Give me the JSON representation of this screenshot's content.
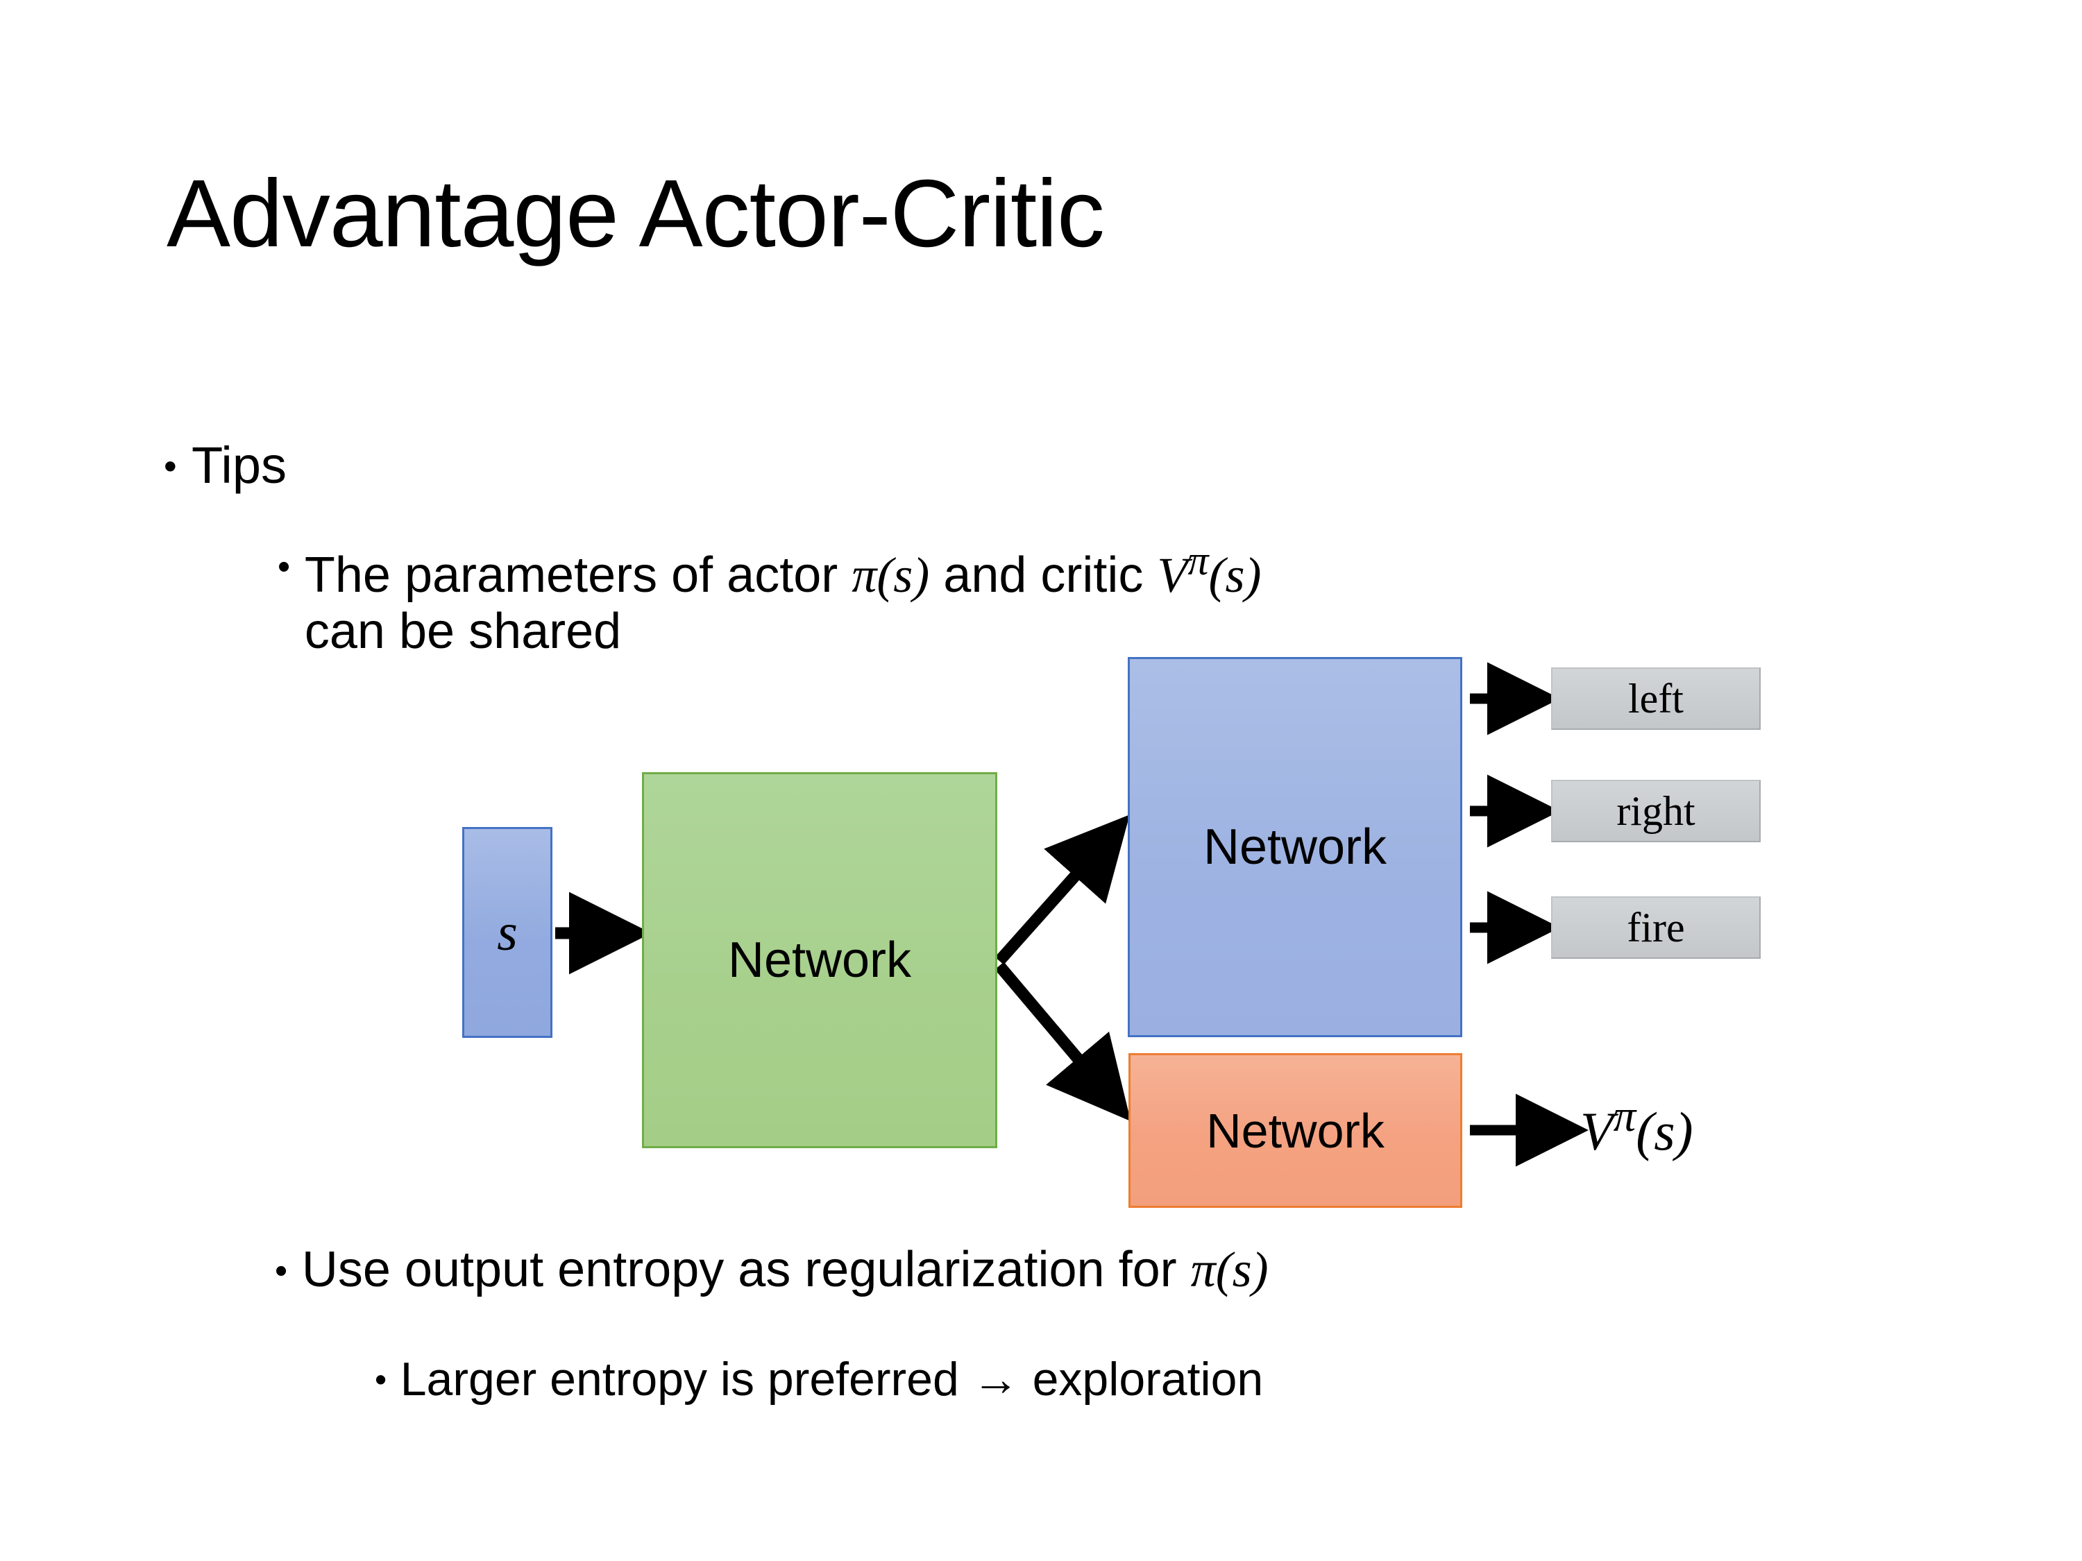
{
  "slide": {
    "title": "Advantage Actor-Critic",
    "background_color": "#FFFFFF"
  },
  "bullets": {
    "tips": {
      "marker": "•",
      "text": "Tips"
    },
    "parameters": {
      "marker": "•",
      "line1_prefix": "The parameters of actor ",
      "actor_symbol": "π",
      "actor_arg": "(s)",
      "line1_middle": "  and critic ",
      "critic_symbol": "V",
      "critic_superscript": "π",
      "critic_arg": "(s)",
      "line2": "can be shared"
    },
    "entropy": {
      "marker": "•",
      "text": "Use output entropy as regularization for ",
      "symbol": "π",
      "symbol_arg": "(s)"
    },
    "larger_entropy": {
      "marker": "•",
      "text": "Larger entropy is preferred → exploration"
    }
  },
  "diagram": {
    "state_node": {
      "label": "s",
      "fill": "#95AEE0",
      "border": "#4472C4"
    },
    "shared_network": {
      "label": "Network",
      "fill": "#A9D18E",
      "border": "#70AD47"
    },
    "actor_network": {
      "label": "Network",
      "fill": "#A3B8E0",
      "border": "#4472C4"
    },
    "critic_network": {
      "label": "Network",
      "fill": "#F4A582",
      "border": "#ED7D31"
    },
    "action_outputs": [
      {
        "label": "left",
        "fill": "#C8CCCD"
      },
      {
        "label": "right",
        "fill": "#C8CCCD"
      },
      {
        "label": "fire",
        "fill": "#C8CCCD"
      }
    ],
    "critic_output": {
      "symbol": "V",
      "superscript": "π",
      "arg": "(s)"
    },
    "arrow_color": "#000000"
  }
}
